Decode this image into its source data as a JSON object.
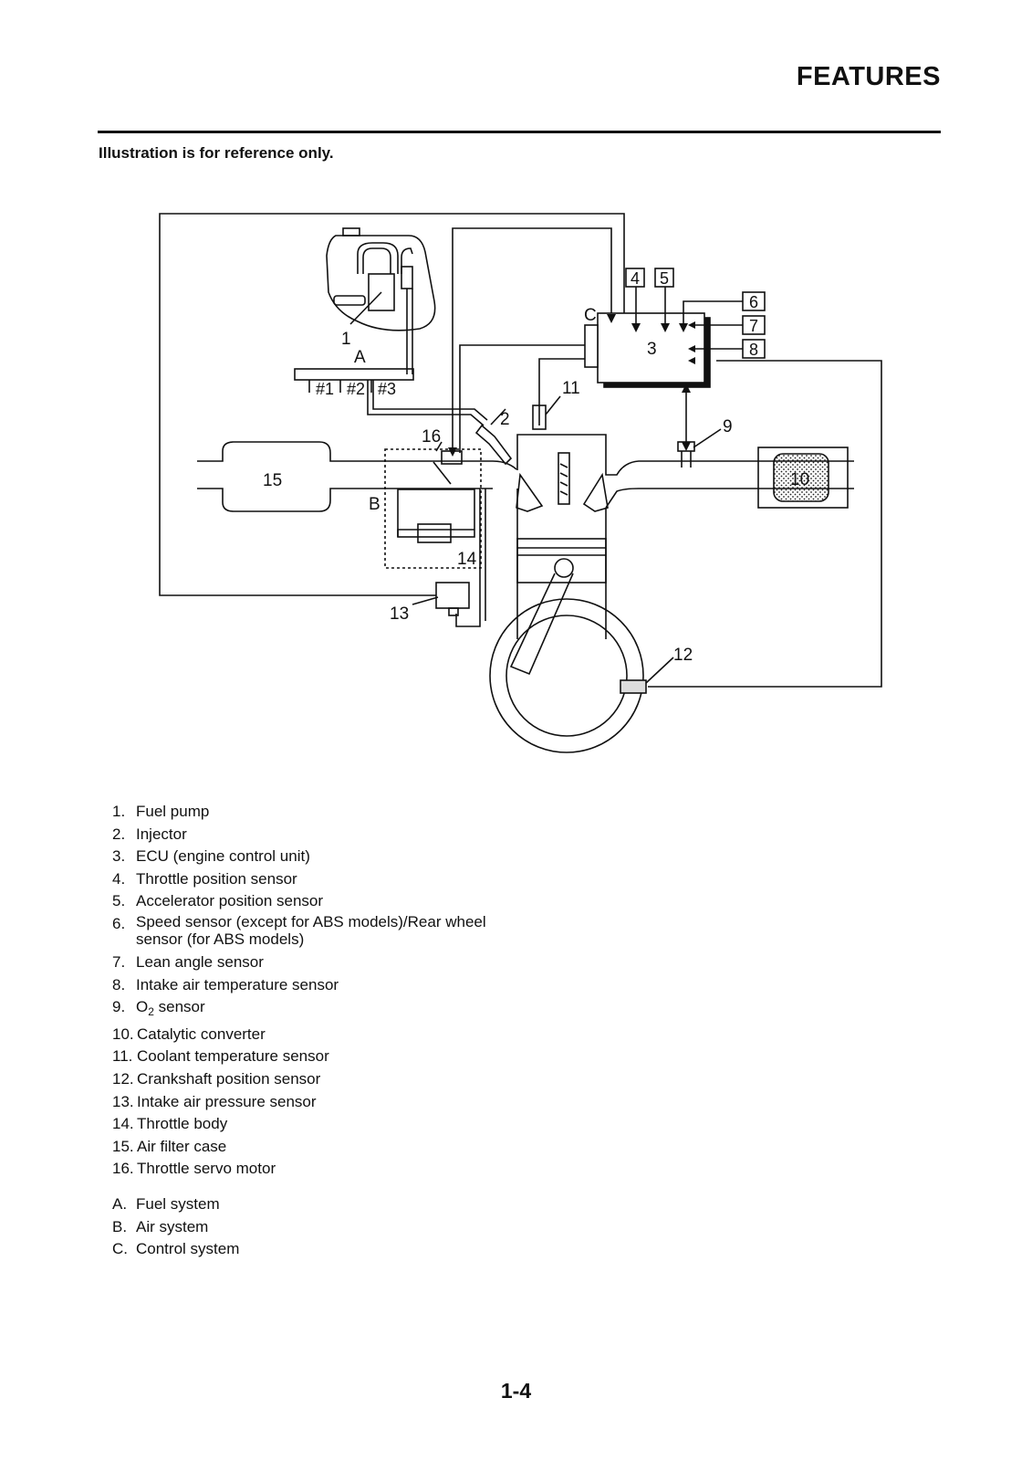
{
  "header": {
    "title": "FEATURES"
  },
  "note": "Illustration is for reference only.",
  "diagram": {
    "callouts": {
      "c1": "1",
      "c2": "2",
      "c3": "3",
      "c4": "4",
      "c5": "5",
      "c6": "6",
      "c7": "7",
      "c8": "8",
      "c9": "9",
      "c10": "10",
      "c11": "11",
      "c12": "12",
      "c13": "13",
      "c14": "14",
      "c15": "15",
      "c16": "16",
      "cA": "A",
      "cB": "B",
      "cC": "C"
    },
    "cylinders": {
      "cyl1": "#1",
      "cyl2": "#2",
      "cyl3": "#3"
    }
  },
  "legend": {
    "numbered": [
      {
        "num": "1.",
        "text": "Fuel pump"
      },
      {
        "num": "2.",
        "text": "Injector"
      },
      {
        "num": "3.",
        "text": "ECU (engine control unit)"
      },
      {
        "num": "4.",
        "text": "Throttle position sensor"
      },
      {
        "num": "5.",
        "text": "Accelerator position sensor"
      },
      {
        "num": "6.",
        "text": "Speed sensor (except for ABS models)/Rear wheel sensor (for ABS models)"
      },
      {
        "num": "7.",
        "text": "Lean angle sensor"
      },
      {
        "num": "8.",
        "text": "Intake air temperature sensor"
      },
      {
        "num": "9.",
        "text": "O",
        "sub": "2",
        "after": " sensor"
      },
      {
        "num": "10.",
        "text": "Catalytic converter"
      },
      {
        "num": "11.",
        "text": "Coolant temperature sensor"
      },
      {
        "num": "12.",
        "text": "Crankshaft position sensor"
      },
      {
        "num": "13.",
        "text": "Intake air pressure sensor"
      },
      {
        "num": "14.",
        "text": "Throttle body"
      },
      {
        "num": "15.",
        "text": "Air filter case"
      },
      {
        "num": "16.",
        "text": "Throttle servo motor"
      }
    ],
    "lettered": [
      {
        "num": "A.",
        "text": "Fuel system"
      },
      {
        "num": "B.",
        "text": "Air system"
      },
      {
        "num": "C.",
        "text": "Control system"
      }
    ]
  },
  "footer": {
    "page_number": "1-4"
  }
}
